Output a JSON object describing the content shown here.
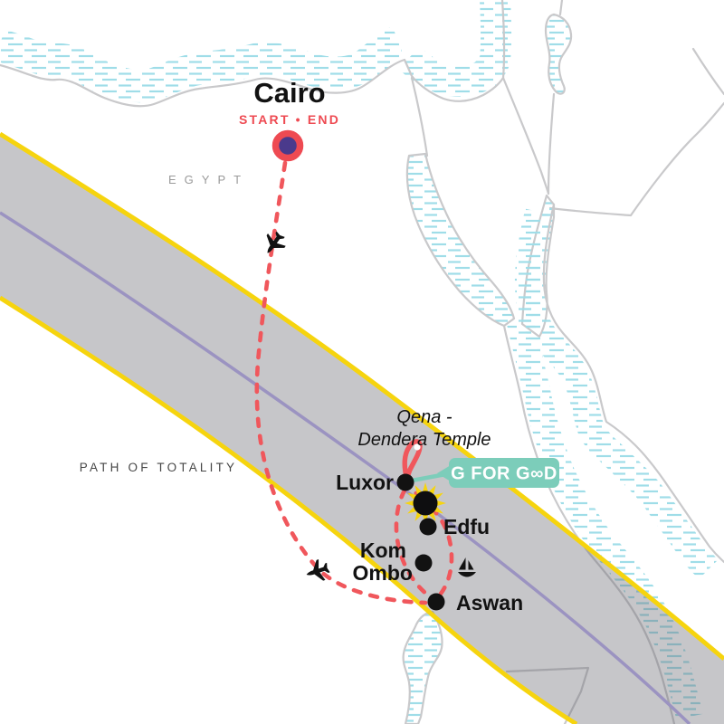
{
  "title": {
    "city": "Cairo",
    "subtitle": "START • END"
  },
  "region_label": "EGYPT",
  "totality_label": "PATH OF TOTALITY",
  "poi": {
    "line1": "Qena -",
    "line2": "Dendera Temple"
  },
  "stops": [
    {
      "label": "Luxor"
    },
    {
      "label": "Edfu"
    },
    {
      "name": "Kom Ombo",
      "label": "Kom",
      "label2": "Ombo"
    },
    {
      "label": "Aswan"
    }
  ],
  "badge": {
    "label": "G FOR GOOD",
    "display": "G FOR G∞D"
  },
  "icons": {
    "airplane": "plane-silhouette",
    "sailboat": "sailboat-silhouette",
    "eclipse": "black-sun-with-yellow-rays",
    "start_marker": "red-ring-purple-dot"
  },
  "theme": {
    "route": "#f0575c",
    "edge": "#f6d40e",
    "centerline": "#9b93c1",
    "teal": "#7ccdba",
    "hatch": "#9fdde8",
    "coast": "#c9c9cb",
    "startend": "#ee4a52",
    "marker-purple": "#4a3a8c",
    "ink": "#121212",
    "muted": "#9a9a9a",
    "totality": "#474747"
  }
}
